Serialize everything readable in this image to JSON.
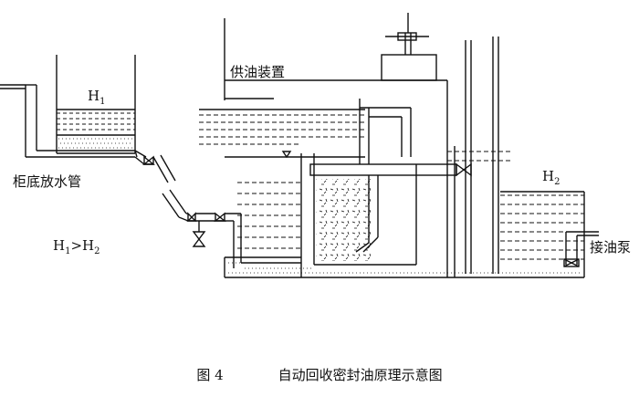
{
  "labels": {
    "h1": {
      "main": "H",
      "sub": "1"
    },
    "drain_pipe": "柜底放水管",
    "relation": {
      "a": "H",
      "a_sub": "1",
      "sep": ">",
      "b": "H",
      "b_sub": "2"
    },
    "supply_device": "供油装置",
    "h2": {
      "main": "H",
      "sub": "2"
    },
    "pump": "接油泵"
  },
  "caption": {
    "figure": "图 4",
    "title": "自动回收密封油原理示意图"
  },
  "colors": {
    "line": "#111111",
    "background": "#ffffff"
  }
}
